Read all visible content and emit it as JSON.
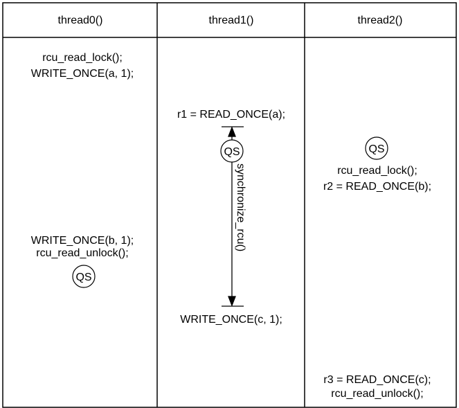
{
  "headers": [
    "thread0()",
    "thread1()",
    "thread2()"
  ],
  "thread0": {
    "line1": "rcu_read_lock();",
    "line2": "WRITE_ONCE(a, 1);",
    "line3": "WRITE_ONCE(b, 1);",
    "line4": "rcu_read_unlock();",
    "qs": "QS"
  },
  "thread1": {
    "line1": "r1 = READ_ONCE(a);",
    "qs": "QS",
    "sync_label": "synchronize_rcu()",
    "line2": "WRITE_ONCE(c, 1);"
  },
  "thread2": {
    "qs": "QS",
    "line1": "rcu_read_lock();",
    "line2": "r2 = READ_ONCE(b);",
    "line3": "r3 = READ_ONCE(c);",
    "line4": "rcu_read_unlock();"
  }
}
